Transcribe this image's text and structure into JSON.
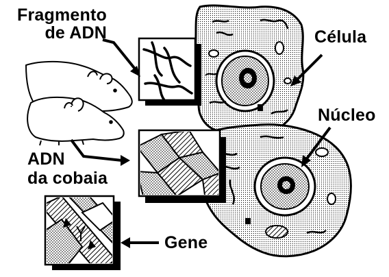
{
  "labels": {
    "fragmento_line1": "Fragmento",
    "fragmento_line2": "de ADN",
    "celula": "Célula",
    "nucleo": "Núcleo",
    "adn_line1": "ADN",
    "adn_line2": "da cobaia",
    "gene": "Gene"
  },
  "colors": {
    "ink": "#000000",
    "paper": "#ffffff",
    "shade": "#9a9a9a"
  }
}
